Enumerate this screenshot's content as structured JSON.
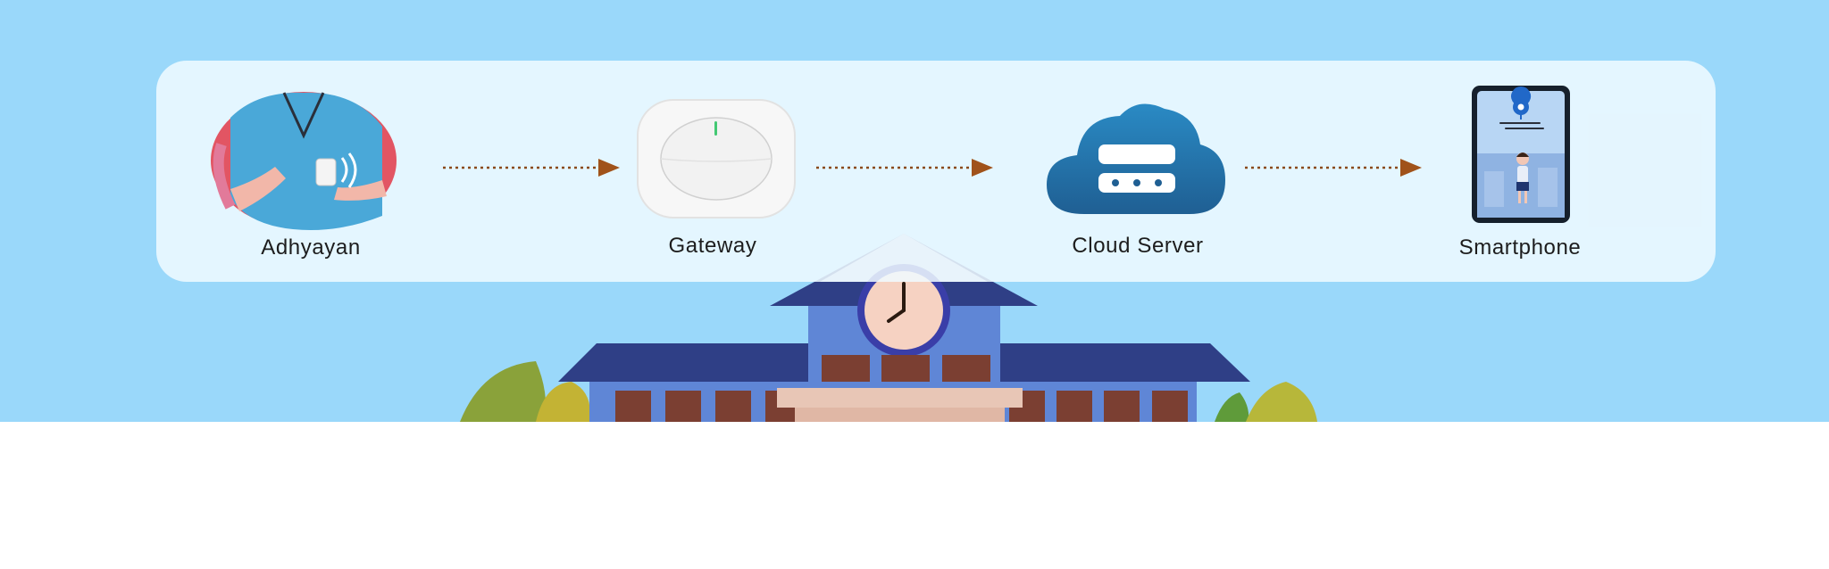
{
  "diagram": {
    "steps": [
      {
        "label": "Adhyayan",
        "icon": "student-with-id-tag-icon"
      },
      {
        "label": "Gateway",
        "icon": "gateway-device-icon"
      },
      {
        "label": "Cloud Server",
        "icon": "cloud-server-icon"
      },
      {
        "label": "Smartphone",
        "icon": "smartphone-location-icon"
      }
    ],
    "connector": {
      "style": "dotted",
      "color": "#8a4a1c"
    }
  },
  "colors": {
    "sky": "#9ad8fa",
    "panel": "#eff9ff",
    "roof": "#2f3f86",
    "building": "#5f86d6",
    "clock_face": "#f6d2c2"
  }
}
